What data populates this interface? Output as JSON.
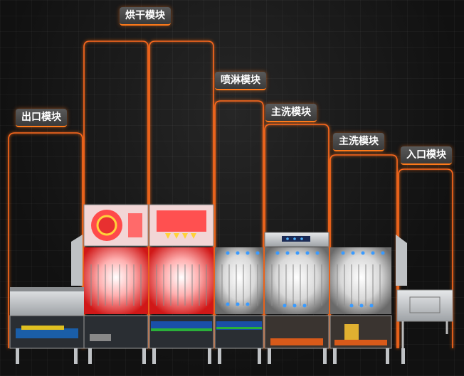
{
  "modules": [
    {
      "id": "exit",
      "label": "出口模块"
    },
    {
      "id": "dry",
      "label": "烘干模块"
    },
    {
      "id": "spray",
      "label": "喷淋模块"
    },
    {
      "id": "main1",
      "label": "主洗模块"
    },
    {
      "id": "main2",
      "label": "主洗模块"
    },
    {
      "id": "entry",
      "label": "入口模块"
    }
  ],
  "colors": {
    "outline": "#ff6a1a",
    "hot": "#ff3a3a",
    "wash": "#cfe8ff",
    "steel": "#c9ccd0",
    "panel": "#2a8cff",
    "water": "#1a4fa8"
  }
}
